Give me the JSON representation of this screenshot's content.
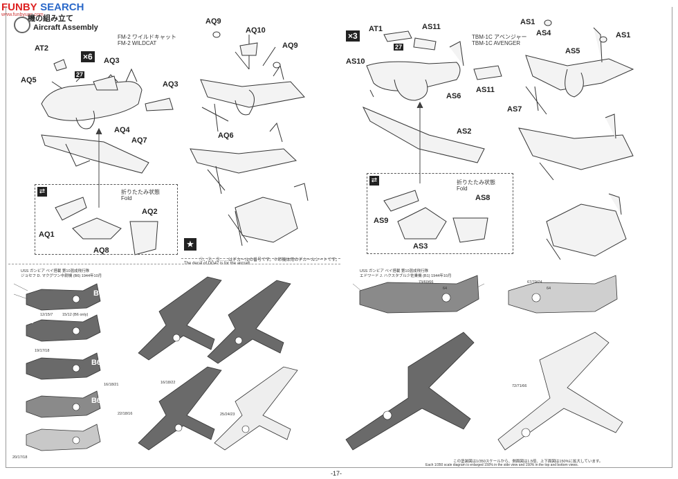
{
  "watermark": {
    "logo_main": "FUNBY",
    "logo_search": "SEARCH",
    "sub": "www.funbyuan.com"
  },
  "header": {
    "title_jp": "機の組み立て",
    "title_en": "Aircraft Assembly"
  },
  "left_model": {
    "name_jp": "FM-2 ワイルドキャット",
    "name_en": "FM-2 WILDCAT",
    "multiplier": "×6"
  },
  "right_model": {
    "name_jp": "TBM-1C アベンジャー",
    "name_en": "TBM-1C AVENGER",
    "multiplier": "×3"
  },
  "decal_27": "27",
  "part_labels_left": [
    "AT2",
    "AQ3",
    "AQ5",
    "AQ4",
    "AQ3",
    "AQ7",
    "AQ9",
    "AQ10",
    "AQ9",
    "AQ6",
    "AQ1",
    "AQ2",
    "AQ8"
  ],
  "part_labels_right": [
    "AT1",
    "AS11",
    "AS10",
    "AS6",
    "AS11",
    "AS2",
    "AS1",
    "AS4",
    "AS1",
    "AS5",
    "AS7",
    "AS9",
    "AS8",
    "AS3"
  ],
  "fold_left": {
    "jp": "折りたたみ状態",
    "en": "Fold"
  },
  "fold_right": {
    "jp": "折りたたみ状態",
    "en": "Fold"
  },
  "decal_note": {
    "line1": "①、②、③……はデカールの番号です。※印機体用のデカールシートです。",
    "line2": "The decal of DG47 is for the aircraft."
  },
  "left_caption": {
    "line1": "USS ガンビア ベイ搭載  第10混成飛行隊",
    "line2": "ジョセフ D. マクグワン中尉機 (B6) 1944年10月"
  },
  "right_caption": {
    "line1": "USS ガンビア ベイ搭載  第10混成飛行隊",
    "line2": "エドワード J. ハクスタブル少佐乗機 (B1) 1944年10月"
  },
  "left_side_codes": [
    "B6",
    "B6",
    "B6",
    "B6"
  ],
  "left_callouts": [
    "12/15/7",
    "15/12 (B6 only)",
    "19/17/18",
    "16/18/21",
    "16/18/22",
    "22/18/16",
    "25/24/23",
    "20/17/18"
  ],
  "right_callouts": [
    "73/60/66",
    "64",
    "67/70/74",
    "64",
    "72/71/66"
  ],
  "scale_note": {
    "jp": "この塗装図は1/350スケールから、側面図は1.5倍、上下面図は150%に拡大しています。",
    "en": "Each 1/350 scale diagram is enlarged 150% in the side view and 150% in the top and bottom views."
  },
  "page_number": "-17-",
  "colors": {
    "ink": "#222222",
    "gray": "#5a5a5a",
    "light": "#b8b8b8",
    "paper": "#ffffff"
  }
}
